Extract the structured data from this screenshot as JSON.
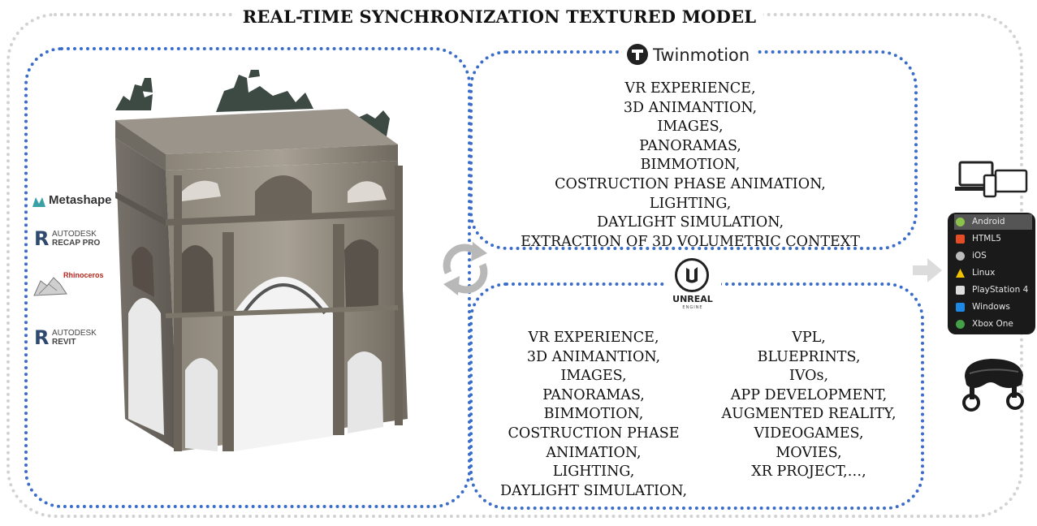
{
  "title": "REAL-TIME SYNCHRONIZATION TEXTURED MODEL",
  "software": [
    {
      "name": "Metashape",
      "icon": "metashape-icon"
    },
    {
      "brand": "AUTODESK",
      "product": "RECAP PRO",
      "icon": "recap-r-icon"
    },
    {
      "name": "Rhinoceros",
      "icon": "rhinoceros-icon"
    },
    {
      "brand": "AUTODESK",
      "product": "REVIT",
      "icon": "revit-r-icon"
    }
  ],
  "twinmotion": {
    "logo_text": "Twinmotion",
    "items": [
      "VR EXPERIENCE,",
      "3D ANIMANTION,",
      "IMAGES,",
      "PANORAMAS,",
      "BIMMOTION,",
      "COSTRUCTION PHASE ANIMATION,",
      "LIGHTING,",
      "DAYLIGHT SIMULATION,",
      "EXTRACTION OF 3D VOLUMETRIC CONTEXT"
    ]
  },
  "unreal": {
    "logo_text": "UNREAL",
    "logo_sub": "ENGINE",
    "items_left": [
      "VR EXPERIENCE,",
      "3D ANIMANTION,",
      "IMAGES,",
      "PANORAMAS,",
      "BIMMOTION,",
      "COSTRUCTION PHASE",
      "ANIMATION,",
      "LIGHTING,",
      "DAYLIGHT SIMULATION,"
    ],
    "items_right": [
      "VPL,",
      "BLUEPRINTS,",
      "IVOs,",
      "APP DEVELOPMENT,",
      "AUGMENTED REALITY,",
      "VIDEOGAMES,",
      "MOVIES,",
      "XR PROJECT,…,"
    ]
  },
  "platforms": [
    {
      "label": "Android",
      "color": "#8bc34a",
      "selected": true
    },
    {
      "label": "HTML5",
      "color": "#e44d26"
    },
    {
      "label": "iOS",
      "color": "#bbbbbb"
    },
    {
      "label": "Linux",
      "color": "#f2c200"
    },
    {
      "label": "PlayStation 4",
      "color": "#dddddd"
    },
    {
      "label": "Windows",
      "color": "#1e88e5"
    },
    {
      "label": "Xbox One",
      "color": "#43a047"
    }
  ],
  "colors": {
    "accent": "#3a6cc9",
    "frame": "#d2d2d2",
    "sync": "#b8b8b8"
  }
}
